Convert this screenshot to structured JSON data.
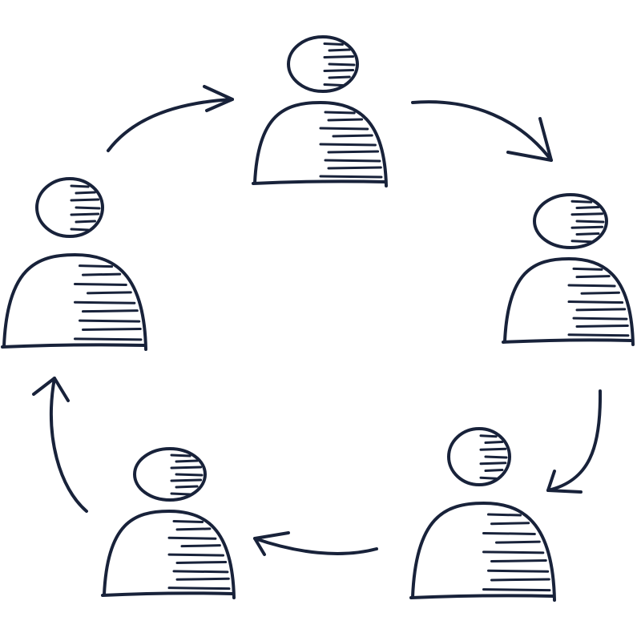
{
  "diagram": {
    "kind": "cycle",
    "ink_color": "#18223a",
    "background_color": "#ffffff",
    "node_icon": "person-icon",
    "arrow_icon": "curved-arrow-icon",
    "direction": "clockwise",
    "nodes": [
      {
        "id": "top"
      },
      {
        "id": "right"
      },
      {
        "id": "bottom-right"
      },
      {
        "id": "bottom-left"
      },
      {
        "id": "left"
      }
    ],
    "edges": [
      {
        "from": "top",
        "to": "right"
      },
      {
        "from": "right",
        "to": "bottom-right"
      },
      {
        "from": "bottom-right",
        "to": "bottom-left"
      },
      {
        "from": "bottom-left",
        "to": "left"
      },
      {
        "from": "left",
        "to": "top"
      }
    ]
  }
}
